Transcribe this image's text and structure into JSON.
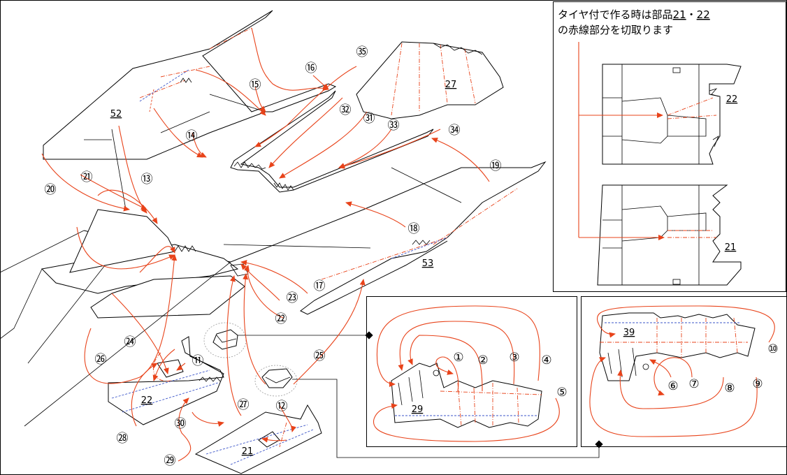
{
  "note": {
    "line1_prefix": "タイヤ付で作る時は部品",
    "line1_part_a": "21",
    "line1_sep": "・",
    "line1_part_b": "22",
    "line2": "の赤線部分を切取ります"
  },
  "part_labels": {
    "p52": "52",
    "p53": "53",
    "p27": "27",
    "p22_main": "22",
    "p21_main": "21",
    "p29": "29",
    "p39": "39",
    "p22_inset": "22",
    "p21_inset": "21"
  },
  "step_numbers": {
    "n1": "①",
    "n2": "②",
    "n3": "③",
    "n4": "④",
    "n5": "⑤",
    "n6": "⑥",
    "n7": "⑦",
    "n8": "⑧",
    "n9": "⑨",
    "n10": "⑩",
    "n11": "⑪",
    "n12": "⑫",
    "n13": "⑬",
    "n14": "⑭",
    "n15": "⑮",
    "n16": "⑯",
    "n17": "⑰",
    "n18": "⑱",
    "n19": "⑲",
    "n20": "⑳",
    "n21": "㉑",
    "n22": "㉒",
    "n23": "㉓",
    "n24": "㉔",
    "n25": "㉕",
    "n26": "㉖",
    "n27": "㉗",
    "n28": "㉘",
    "n29": "㉙",
    "n30": "㉚",
    "n31": "㉛",
    "n32": "㉜",
    "n33": "㉝",
    "n34": "㉞",
    "n35": "㉟"
  },
  "colors": {
    "arrow": "#e8431a",
    "fold_line": "#3b54c8",
    "outline": "#000000"
  }
}
